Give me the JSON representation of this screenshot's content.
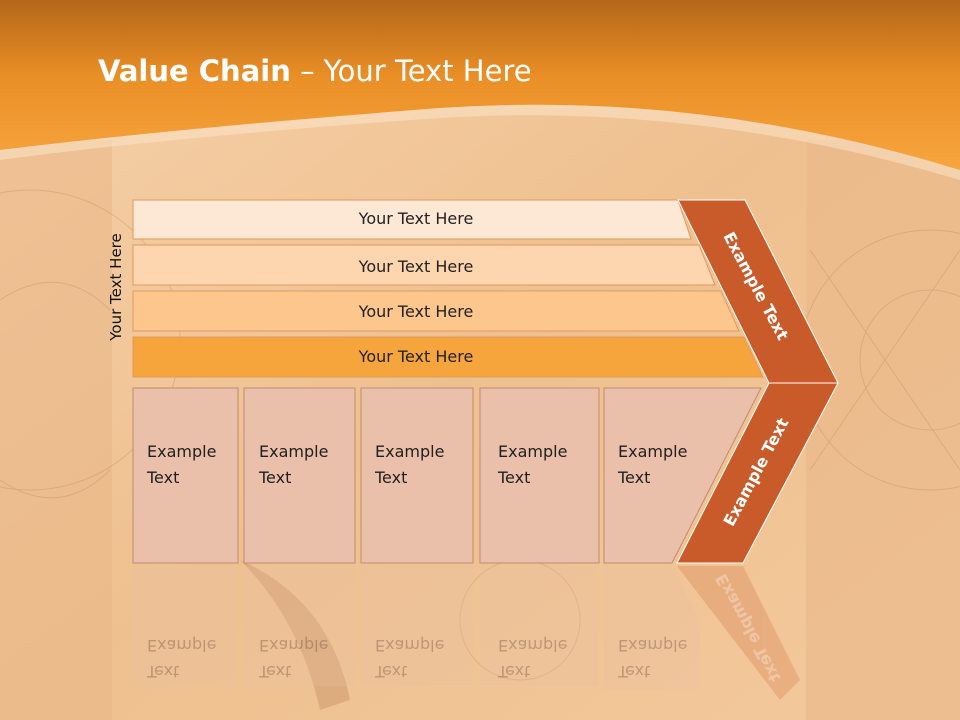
{
  "title": {
    "bold": "Value Chain",
    "rest": " – Your Text Here"
  },
  "side_label": "Your Text Here",
  "rows": [
    "Your Text Here",
    "Your Text Here",
    "Your Text Here",
    "Your Text Here"
  ],
  "boxes": [
    {
      "line1": "Example",
      "line2": "Text"
    },
    {
      "line1": "Example",
      "line2": "Text"
    },
    {
      "line1": "Example",
      "line2": "Text"
    },
    {
      "line1": "Example",
      "line2": "Text"
    },
    {
      "line1": "Example",
      "line2": "Text"
    }
  ],
  "chevron": {
    "top": "Example Text",
    "bottom": "Example Text"
  },
  "colors": {
    "header": "#f39c2a",
    "row1": "#fde8d6",
    "row2": "#fdd5ae",
    "row3": "#fcc68c",
    "row4": "#f6a43c",
    "box": "#ebc0aa",
    "chevron": "#c95a2a"
  }
}
